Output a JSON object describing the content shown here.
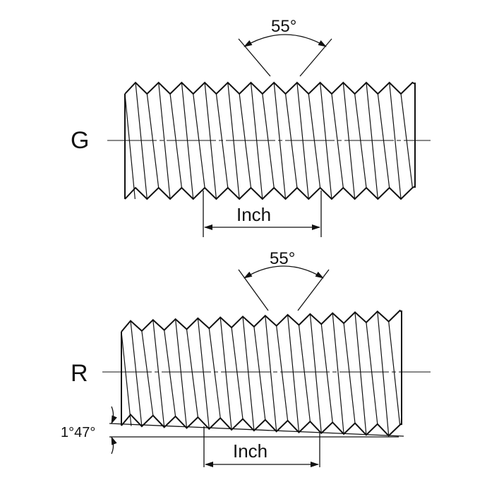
{
  "title": "G and R pipe thread comparison",
  "g_thread": {
    "label": "G",
    "angle_label": "55°",
    "pitch_label": "Inch"
  },
  "r_thread": {
    "label": "R",
    "angle_label": "55°",
    "pitch_label": "Inch",
    "taper_label": "1°47°"
  },
  "colors": {
    "line": "#111111",
    "background": "#ffffff"
  }
}
